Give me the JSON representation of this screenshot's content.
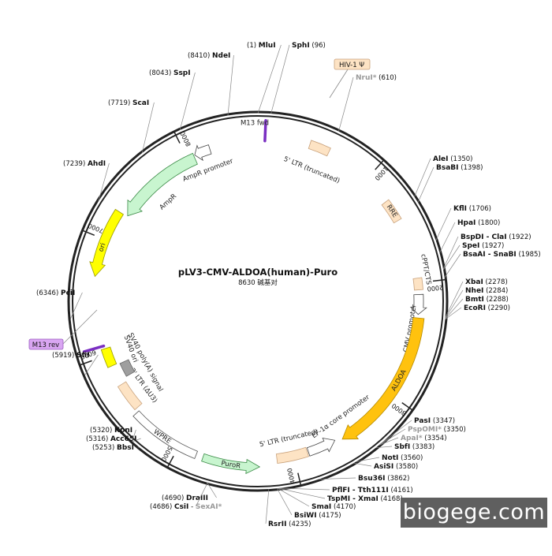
{
  "plasmid": {
    "name": "pLV3-CMV-ALDOA(human)-Puro",
    "size_text": "8630 碱基对",
    "length": 8630
  },
  "ticks": [
    "1000",
    "2000",
    "3000",
    "4000",
    "5000",
    "6000",
    "7000",
    "8000"
  ],
  "sites": [
    {
      "name": "MluI",
      "pos": "(1)"
    },
    {
      "name": "SphI",
      "pos": "(96)"
    },
    {
      "name": "NruI*",
      "pos": "(610)"
    },
    {
      "name": "AleI",
      "pos": "(1350)"
    },
    {
      "name": "BsaBI",
      "pos": "(1398)"
    },
    {
      "name": "KflI",
      "pos": "(1706)"
    },
    {
      "name": "HpaI",
      "pos": "(1800)"
    },
    {
      "name": "BspDI - ClaI",
      "pos": "(1922)"
    },
    {
      "name": "SpeI",
      "pos": "(1927)"
    },
    {
      "name": "BsaAI - SnaBI",
      "pos": "(1985)"
    },
    {
      "name": "XbaI",
      "pos": "(2278)"
    },
    {
      "name": "NheI",
      "pos": "(2284)"
    },
    {
      "name": "BmtI",
      "pos": "(2288)"
    },
    {
      "name": "EcoRI",
      "pos": "(2290)"
    },
    {
      "name": "PasI",
      "pos": "(3347)"
    },
    {
      "name": "PspOMI*",
      "pos": "(3350)"
    },
    {
      "name": "ApaI*",
      "pos": "(3354)"
    },
    {
      "name": "SbfI",
      "pos": "(3383)"
    },
    {
      "name": "NotI",
      "pos": "(3560)"
    },
    {
      "name": "AsiSI",
      "pos": "(3580)"
    },
    {
      "name": "Bsu36I",
      "pos": "(3862)"
    },
    {
      "name": "PflFI - Tth111I",
      "pos": "(4161)"
    },
    {
      "name": "TspMI - XmaI",
      "pos": "(4168)"
    },
    {
      "name": "SmaI",
      "pos": "(4170)"
    },
    {
      "name": "BsiWI",
      "pos": "(4175)"
    },
    {
      "name": "RsrII",
      "pos": "(4235)"
    },
    {
      "name": "DraIII",
      "pos": "(4690)"
    },
    {
      "name": "CsiI",
      "pos": "(4686)"
    },
    {
      "name": "SexAI*",
      "pos": ""
    },
    {
      "name": "BbsI",
      "pos": "(5253)"
    },
    {
      "name": "Acc65I",
      "pos": "(5316)"
    },
    {
      "name": "KpnI",
      "pos": "(5320)"
    },
    {
      "name": "SfiI",
      "pos": "(5919)"
    },
    {
      "name": "PciI",
      "pos": "(6346)"
    },
    {
      "name": "AhdI",
      "pos": "(7239)"
    },
    {
      "name": "ScaI",
      "pos": "(7719)"
    },
    {
      "name": "SspI",
      "pos": "(8043)"
    },
    {
      "name": "NdeI",
      "pos": "(8410)"
    }
  ],
  "features": [
    {
      "label": "HIV-1 Ψ",
      "color": "#fde3c4"
    },
    {
      "label": "5' LTR (truncated)",
      "color": "#fde3c4"
    },
    {
      "label": "M13 fwd",
      "color": "#7a2fc2"
    },
    {
      "label": "RRE",
      "color": "#fde3c4"
    },
    {
      "label": "cPPT/CTS",
      "color": "#fde3c4"
    },
    {
      "label": "CMV promoter",
      "color": "#ffffff"
    },
    {
      "label": "ALDOA",
      "color": "#ffc20e"
    },
    {
      "label": "EF-1α core promoter",
      "color": "#ffffff"
    },
    {
      "label": "5' LTR (truncated)",
      "color": "#fde3c4"
    },
    {
      "label": "PuroR",
      "color": "#c8f5cf"
    },
    {
      "label": "WPRE",
      "color": "#ffffff"
    },
    {
      "label": "3' LTR (ΔU3)",
      "color": "#fde3c4"
    },
    {
      "label": "SV40 poly(A) signal",
      "color": "#9e9e9e"
    },
    {
      "label": "SV40 ori",
      "color": "#ffff00"
    },
    {
      "label": "M13 rev",
      "color": "#7a2fc2"
    },
    {
      "label": "ori",
      "color": "#ffff00"
    },
    {
      "label": "AmpR",
      "color": "#c8f5cf"
    },
    {
      "label": "AmpR promoter",
      "color": "#ffffff"
    }
  ],
  "callouts": {
    "hiv": "HIV-1 Ψ",
    "m13rev": "M13 rev"
  },
  "watermark": "biogege.com",
  "colors": {
    "backbone": "#222222",
    "ltr": "#fde3c4",
    "aldoa": "#ffc20e",
    "marker": "#c8f5cf",
    "ori": "#ffff00",
    "primer": "#7a2fc2",
    "callout_primer": "#d9a6f2"
  }
}
